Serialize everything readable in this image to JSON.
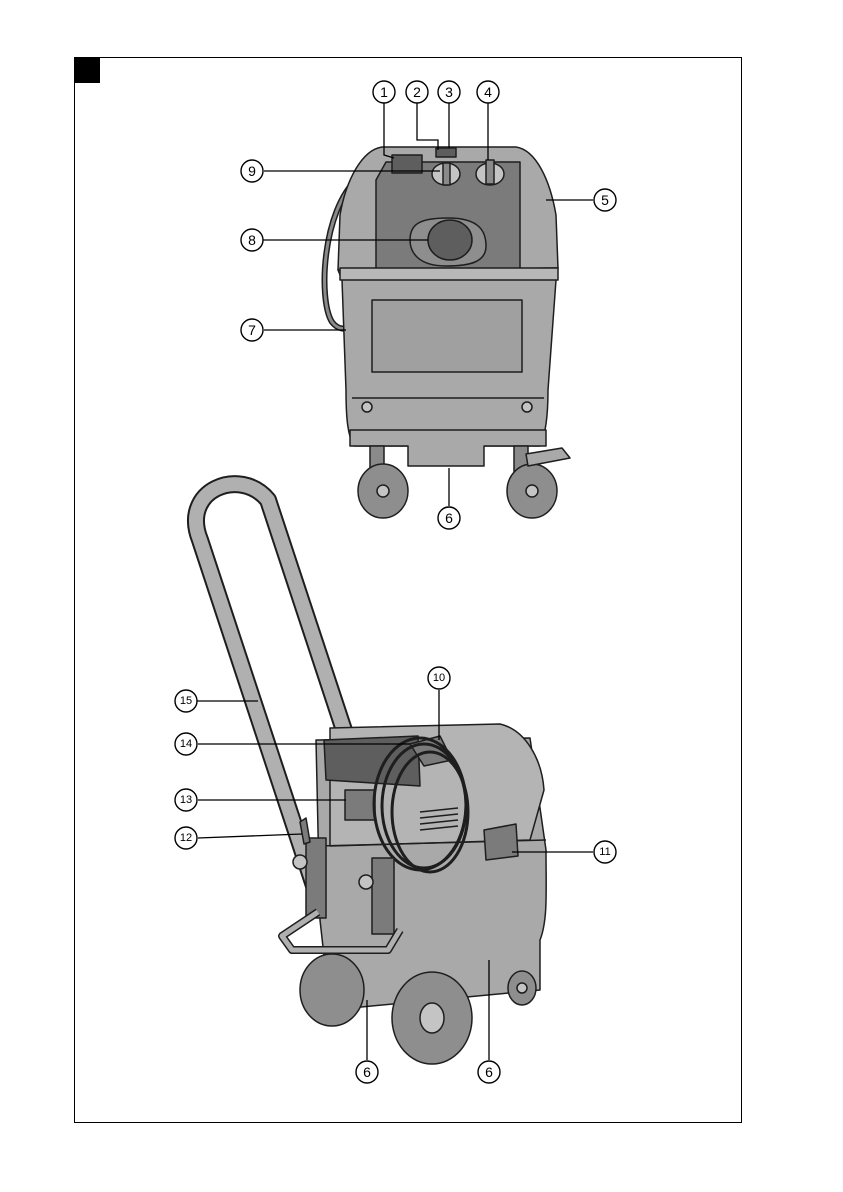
{
  "figure": {
    "callouts": [
      {
        "id": "c1",
        "label": "1"
      },
      {
        "id": "c2",
        "label": "2"
      },
      {
        "id": "c3",
        "label": "3"
      },
      {
        "id": "c4",
        "label": "4"
      },
      {
        "id": "c5",
        "label": "5"
      },
      {
        "id": "c6a",
        "label": "6"
      },
      {
        "id": "c7",
        "label": "7"
      },
      {
        "id": "c8",
        "label": "8"
      },
      {
        "id": "c9",
        "label": "9"
      },
      {
        "id": "c10",
        "label": "10"
      },
      {
        "id": "c11",
        "label": "11"
      },
      {
        "id": "c12",
        "label": "12"
      },
      {
        "id": "c13",
        "label": "13"
      },
      {
        "id": "c14",
        "label": "14"
      },
      {
        "id": "c15",
        "label": "15"
      },
      {
        "id": "c6b",
        "label": "6"
      },
      {
        "id": "c6c",
        "label": "6"
      }
    ]
  },
  "colors": {
    "body": "#a9a9a9",
    "panel": "#7b7b7b",
    "dark": "#5e5e5e",
    "outline": "#1e1e1e",
    "light": "#c4c4c4"
  }
}
